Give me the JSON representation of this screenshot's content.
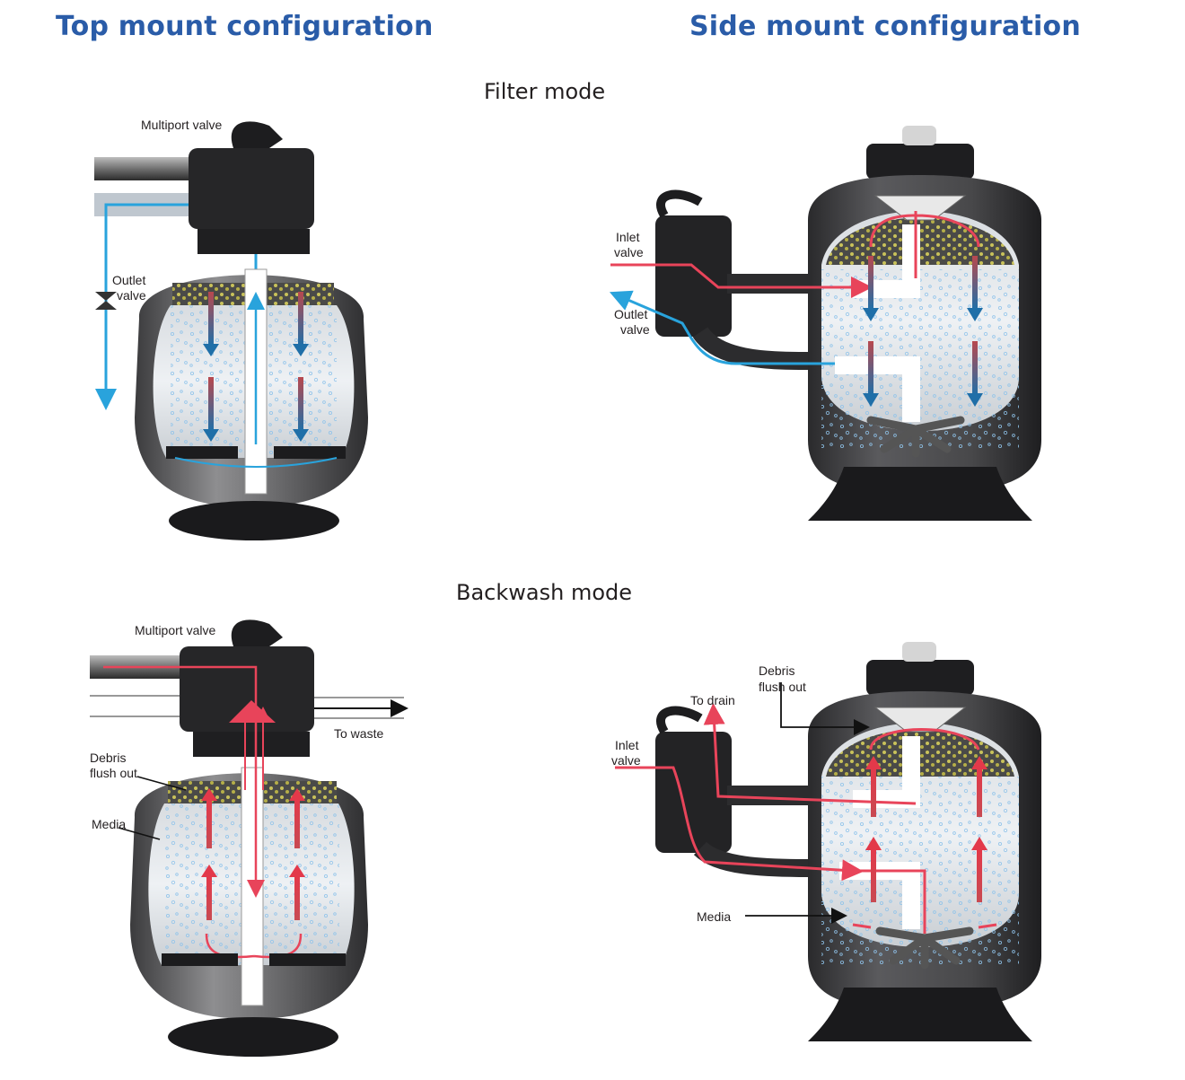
{
  "header": {
    "left_title": "Top mount configuration",
    "right_title": "Side mount configuration"
  },
  "modes": {
    "filter": "Filter mode",
    "backwash": "Backwash mode"
  },
  "filter_top": {
    "multiport_label": "Multiport valve",
    "outlet_label_1": "Outlet",
    "outlet_label_2": "valve"
  },
  "filter_side": {
    "inlet_label_1": "Inlet",
    "inlet_label_2": "valve",
    "outlet_label_1": "Outlet",
    "outlet_label_2": "valve"
  },
  "backwash_top": {
    "multiport_label": "Multiport valve",
    "to_waste_label": "To waste",
    "debris_label_1": "Debris",
    "debris_label_2": "flush out",
    "media_label": "Media"
  },
  "backwash_side": {
    "debris_label_1": "Debris",
    "debris_label_2": "flush out",
    "to_drain_label": "To drain",
    "inlet_label_1": "Inlet",
    "inlet_label_2": "valve",
    "media_label": "Media"
  },
  "colors": {
    "title_blue": "#2a5ca8",
    "flow_blue": "#29a3dc",
    "flow_red": "#e8445a",
    "arrow_dark_blue": "#1f6fa8",
    "arrow_red": "#c53a3a",
    "tank_body": "#5a5a5c",
    "tank_dark": "#1f1f21"
  }
}
